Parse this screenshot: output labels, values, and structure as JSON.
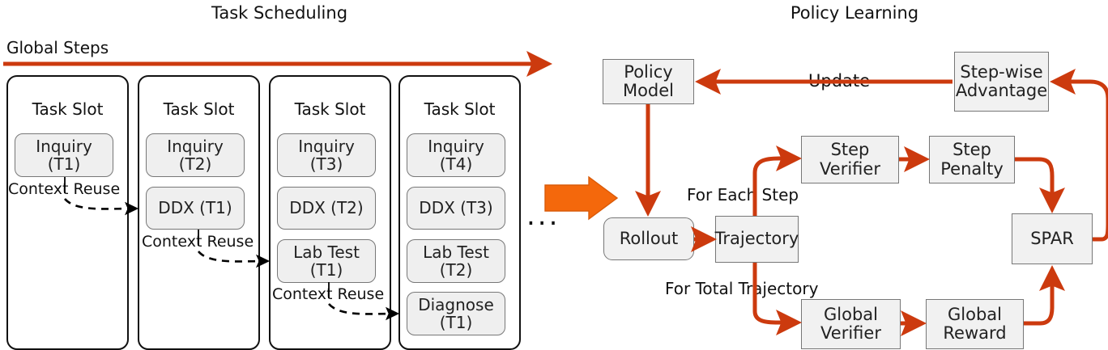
{
  "titles": {
    "left": "Task Scheduling",
    "right": "Policy Learning"
  },
  "left_panel": {
    "axis_label": "Global Steps",
    "slot_label": "Task Slot",
    "ellipsis": "...",
    "reuse_label": "Context Reuse",
    "slots": [
      {
        "label": "Task Slot",
        "tasks": [
          "Inquiry (T1)"
        ]
      },
      {
        "label": "Task Slot",
        "tasks": [
          "Inquiry (T2)",
          "DDX (T1)"
        ]
      },
      {
        "label": "Task Slot",
        "tasks": [
          "Inquiry (T3)",
          "DDX (T2)",
          "Lab Test (T1)"
        ]
      },
      {
        "label": "Task Slot",
        "tasks": [
          "Inquiry (T4)",
          "DDX (T3)",
          "Lab Test (T2)",
          "Diagnose (T1)"
        ]
      }
    ],
    "tasks_flat": {
      "s1_t1_a": "Inquiry",
      "s1_t1_b": "(T1)",
      "s2_t1_a": "Inquiry",
      "s2_t1_b": "(T2)",
      "s2_t2": "DDX (T1)",
      "s3_t1_a": "Inquiry",
      "s3_t1_b": "(T3)",
      "s3_t2": "DDX (T2)",
      "s3_t3_a": "Lab Test",
      "s3_t3_b": "(T1)",
      "s4_t1_a": "Inquiry",
      "s4_t1_b": "(T4)",
      "s4_t2": "DDX (T3)",
      "s4_t3_a": "Lab Test",
      "s4_t3_b": "(T2)",
      "s4_t4_a": "Diagnose",
      "s4_t4_b": "(T1)"
    },
    "reuse_labels": [
      "Context Reuse",
      "Context Reuse",
      "Context Reuse"
    ]
  },
  "right_panel": {
    "nodes": {
      "policy_model_a": "Policy",
      "policy_model_b": "Model",
      "rollout": "Rollout",
      "trajectory": "Trajectory",
      "step_verifier_a": "Step",
      "step_verifier_b": "Verifier",
      "step_penalty_a": "Step",
      "step_penalty_b": "Penalty",
      "global_verifier_a": "Global",
      "global_verifier_b": "Verifier",
      "global_reward_a": "Global",
      "global_reward_b": "Reward",
      "spar": "SPAR",
      "stepwise_advantage_a": "Step-wise",
      "stepwise_advantage_b": "Advantage"
    },
    "edge_labels": {
      "update": "Update",
      "for_each_step": "For Each Step",
      "for_total_trajectory": "For Total Trajectory"
    }
  },
  "colors": {
    "arrow_red": "#cc3a0e",
    "big_arrow_orange": "#f4680c",
    "box_fill": "#f1f1f1",
    "box_stroke": "#777777",
    "slot_stroke": "#111111",
    "dashed_arrow": "#000000"
  }
}
